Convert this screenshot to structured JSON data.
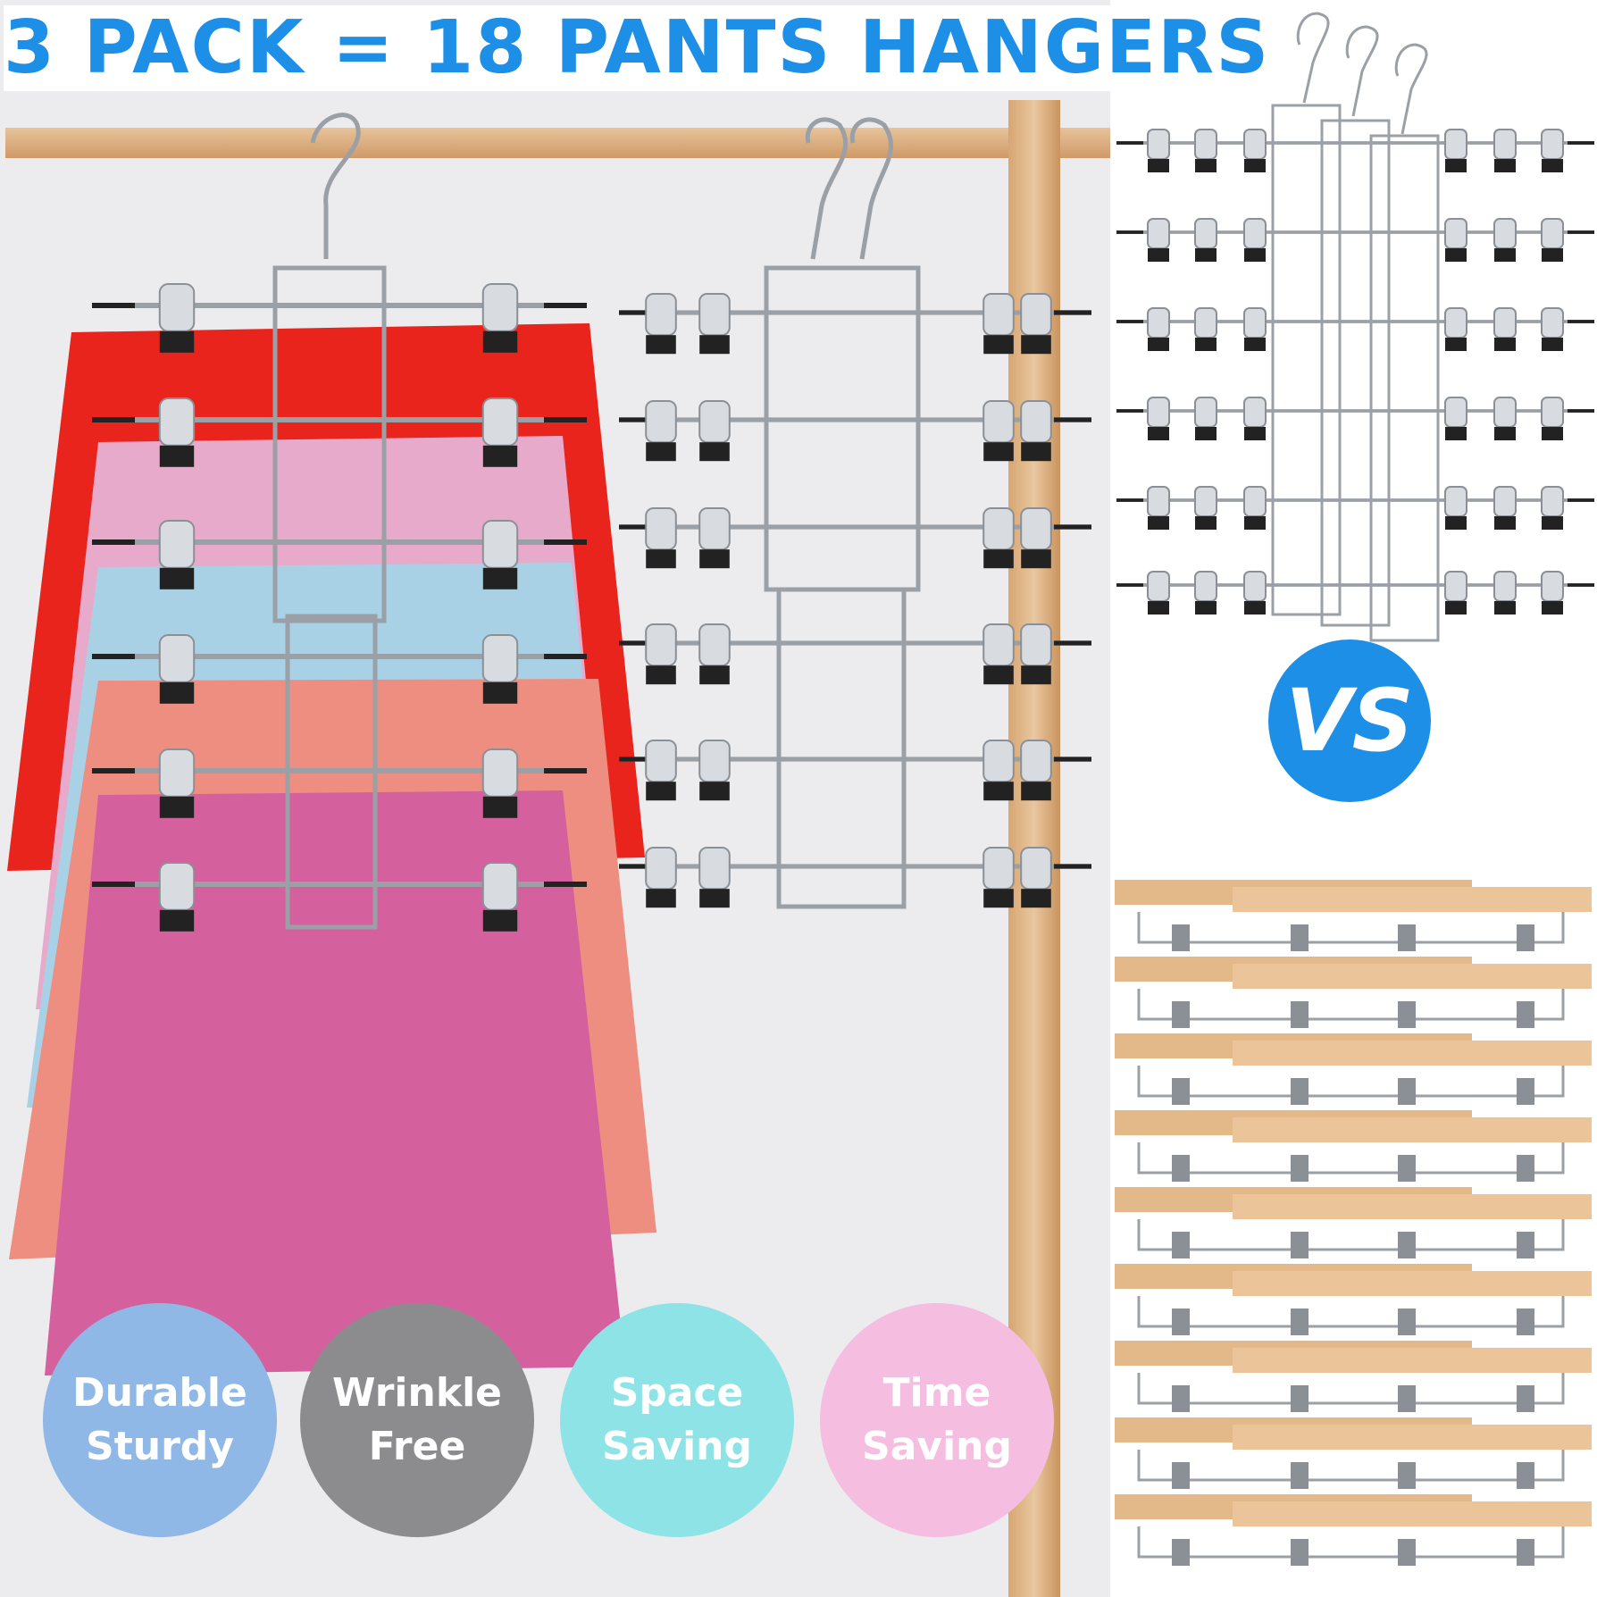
{
  "headline": "3 PACK = 18 PANTS HANGERS",
  "comparison_label": "VS",
  "features": [
    {
      "line1": "Durable",
      "line2": "Sturdy",
      "color": "#8fb8e6"
    },
    {
      "line1": "Wrinkle",
      "line2": "Free",
      "color": "#8c8c8f"
    },
    {
      "line1": "Space",
      "line2": "Saving",
      "color": "#8de3e6"
    },
    {
      "line1": "Time",
      "line2": "Saving",
      "color": "#f5bde0"
    }
  ],
  "colors": {
    "accent": "#1d8fe6",
    "skirts": [
      "#e8241d",
      "#e7aacb",
      "#a9d1e6",
      "#ee8e80",
      "#d4609e"
    ]
  }
}
